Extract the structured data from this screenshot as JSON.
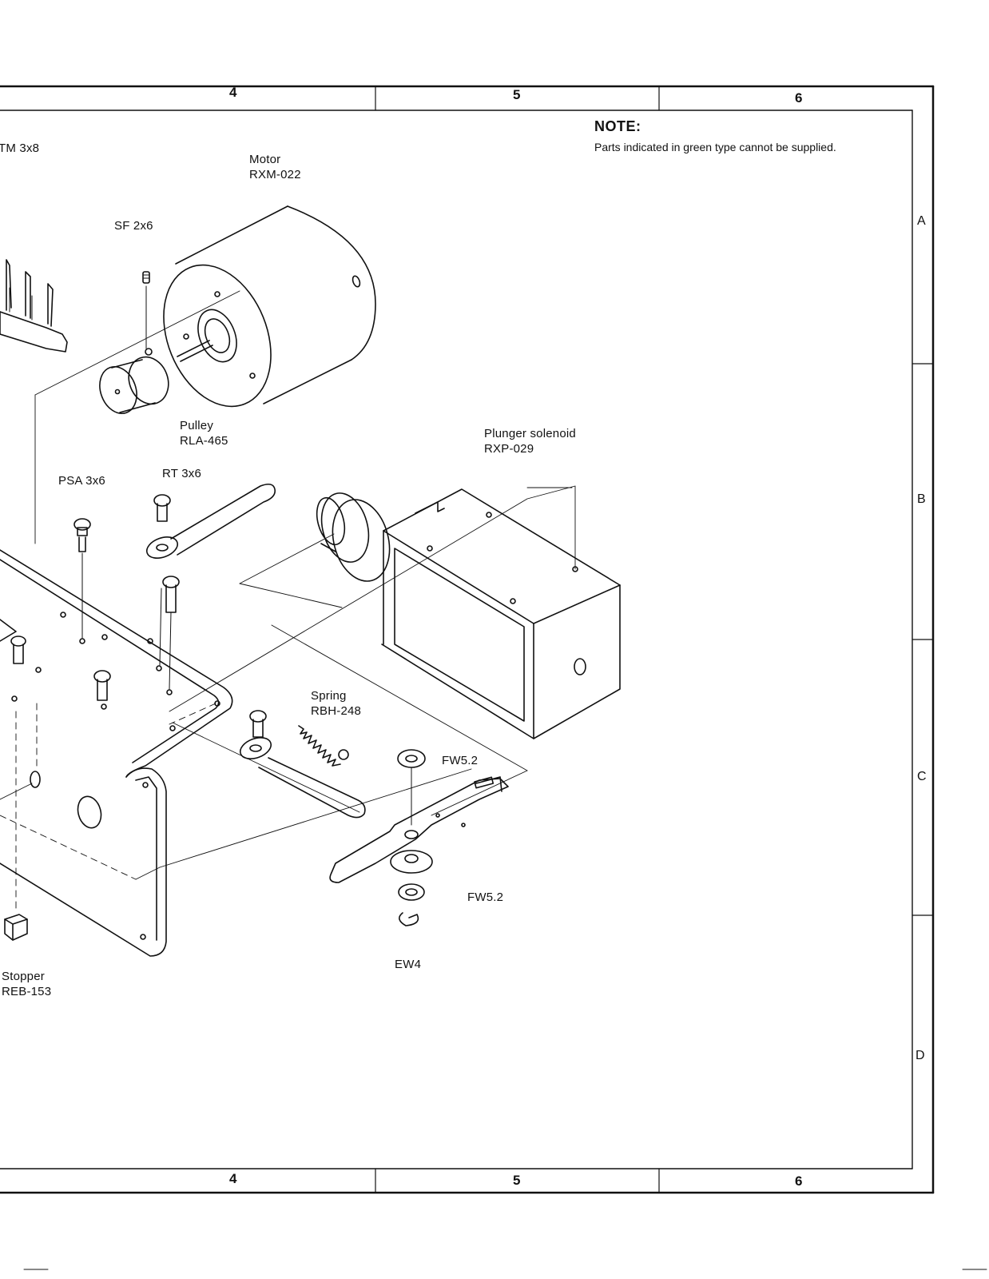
{
  "note": {
    "title": "NOTE:",
    "text": "Parts indicated in green type cannot be supplied."
  },
  "grid": {
    "columns_top": [
      "4",
      "5",
      "6"
    ],
    "columns_bottom": [
      "4",
      "5",
      "6"
    ],
    "rows": [
      "A",
      "B",
      "C",
      "D"
    ]
  },
  "labels": {
    "tm": "TM 3x8",
    "motor_name": "Motor",
    "motor_part": "RXM-022",
    "sf": "SF 2x6",
    "pulley_name": "Pulley",
    "pulley_part": "RLA-465",
    "plunger_name": "Plunger solenoid",
    "plunger_part": "RXP-029",
    "psa": "PSA 3x6",
    "rt": "RT 3x6",
    "spring_name": "Spring",
    "spring_part": "RBH-248",
    "fw_top": "FW5.2",
    "fw_bottom": "FW5.2",
    "ew": "EW4",
    "stopper_name": "Stopper",
    "stopper_part": "REB-153"
  },
  "icons": [
    "motor-icon",
    "pulley-icon",
    "solenoid-icon",
    "screw-icon",
    "spring-icon",
    "washer-icon",
    "lever-icon",
    "bracket-icon",
    "stopper-icon"
  ]
}
